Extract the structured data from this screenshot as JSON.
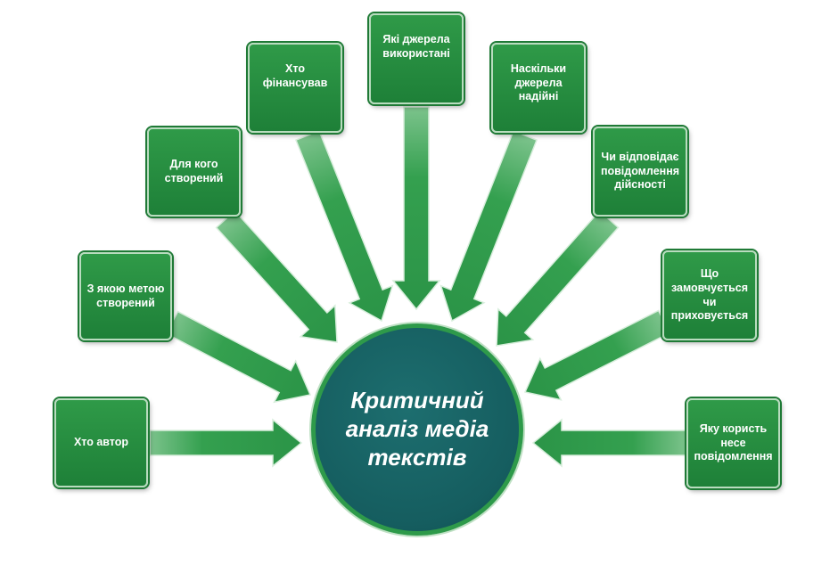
{
  "center_text": "Критичний аналіз медіа текстів",
  "boxes": {
    "author": "Хто автор",
    "purpose": "З якою метою створений",
    "audience": "Для кого створений",
    "funded": "Хто фінансував",
    "sources_used": "Які джерела використані",
    "sources_reliable": "Наскільки джерела надійні",
    "reality": "Чи відповідає повідомлення дійсності",
    "hidden": "Що замовчується чи приховується",
    "benefit": "Яку користь несе повідомлення"
  },
  "colors": {
    "box_green": "#24883d",
    "arrow_green": "#2f9a4a",
    "center_teal": "#155d5f"
  }
}
